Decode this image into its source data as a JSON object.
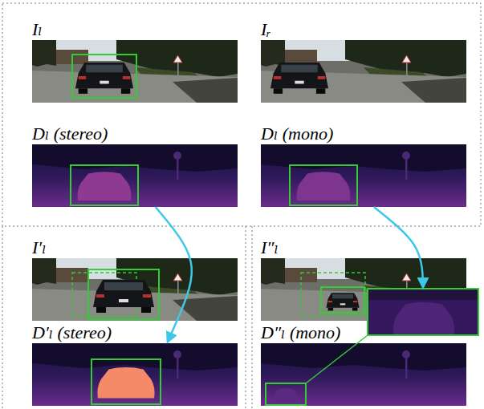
{
  "diagram": {
    "nodes": [
      {
        "text": [
          "Iₗ"
        ]
      },
      {
        "text": [
          "Iᵣ"
        ]
      },
      {
        "text": [
          "Dₗ (stereo)"
        ]
      },
      {
        "text": [
          "Dₗ (mono)"
        ]
      },
      {
        "text": [
          "I′ₗ"
        ]
      },
      {
        "text": [
          "I″ₗ"
        ]
      },
      {
        "text": [
          "D′ₗ (stereo)"
        ]
      },
      {
        "text": [
          "D″ₗ (mono)"
        ]
      }
    ],
    "edges": [
      {
        "from": 2,
        "to": 6,
        "arrow": "to"
      },
      {
        "from": 3,
        "to": 7,
        "arrow": "to"
      }
    ]
  }
}
